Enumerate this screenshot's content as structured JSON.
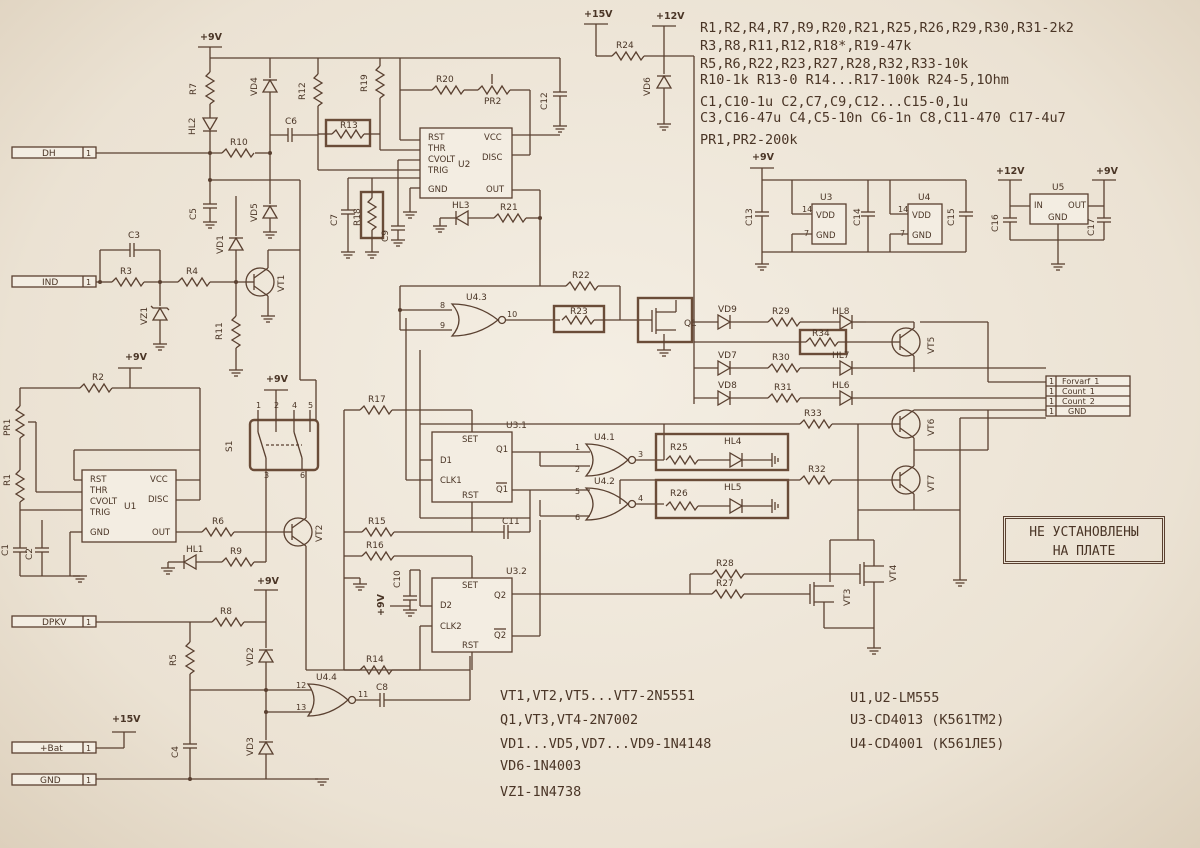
{
  "notes_top": [
    "R1,R2,R4,R7,R9,R20,R21,R25,R26,R29,R30,R31-2k2",
    "R3,R8,R11,R12,R18*,R19-47k",
    "R5,R6,R22,R23,R27,R28,R32,R33-10k",
    "R10-1k  R13-0  R14...R17-100k  R24-5,1Ohm",
    "C1,C10-1u   C2,C7,C9,C12...C15-0,1u",
    "C3,C16-47u  C4,C5-10n  C6-1n  C8,C11-470  C17-4u7",
    "PR1,PR2-200k"
  ],
  "notes_bottom_left": [
    "VT1,VT2,VT5...VT7-2N5551",
    "Q1,VT3,VT4-2N7002",
    "VD1...VD5,VD7...VD9-1N4148",
    "VD6-1N4003",
    "VZ1-1N4738"
  ],
  "notes_bottom_right": [
    "U1,U2-LM555",
    "U3-CD4013 (K561TM2)",
    "U4-CD4001 (K561ЛЕ5)"
  ],
  "notice": [
    "НЕ УСТАНОВЛЕНЫ",
    "НА ПЛАТЕ"
  ],
  "connectors": {
    "dh": "DH",
    "ind": "IND",
    "dpkv": "DPKV",
    "bat": "+Bat",
    "gnd": "GND",
    "pin1": "1",
    "out": [
      "Forvarf_1",
      "Count_1",
      "Count_2",
      "GND"
    ],
    "out_pins": [
      "1",
      "1",
      "1",
      "1"
    ]
  },
  "rails": {
    "p9": "+9V",
    "p12": "+12V",
    "p15": "+15V"
  },
  "parts": {
    "r1": "R1",
    "r2": "R2",
    "r3": "R3",
    "r4": "R4",
    "r5": "R5",
    "r6": "R6",
    "r7": "R7",
    "r8": "R8",
    "r9": "R9",
    "r10": "R10",
    "r11": "R11",
    "r12": "R12",
    "r13": "R13",
    "r14": "R14",
    "r15": "R15",
    "r16": "R16",
    "r17": "R17",
    "r18": "R18",
    "r19": "R19",
    "r20": "R20",
    "r21": "R21",
    "r22": "R22",
    "r23": "R23",
    "r24": "R24",
    "r25": "R25",
    "r26": "R26",
    "r27": "R27",
    "r28": "R28",
    "r29": "R29",
    "r30": "R30",
    "r31": "R31",
    "r32": "R32",
    "r33": "R33",
    "r34": "R34",
    "pr1": "PR1",
    "pr2": "PR2",
    "c1": "C1",
    "c2": "C2",
    "c3": "C3",
    "c4": "C4",
    "c5": "C5",
    "c6": "C6",
    "c7": "C7",
    "c8": "C8",
    "c9": "C9",
    "c10": "C10",
    "c11": "C11",
    "c12": "C12",
    "c13": "C13",
    "c14": "C14",
    "c15": "C15",
    "c16": "C16",
    "c17": "C17",
    "vd1": "VD1",
    "vd2": "VD2",
    "vd3": "VD3",
    "vd4": "VD4",
    "vd5": "VD5",
    "vd6": "VD6",
    "vd7": "VD7",
    "vd8": "VD8",
    "vd9": "VD9",
    "vz1": "VZ1",
    "hl1": "HL1",
    "hl2": "HL2",
    "hl3": "HL3",
    "hl4": "HL4",
    "hl5": "HL5",
    "hl6": "HL6",
    "hl7": "HL7",
    "hl8": "HL8",
    "vt1": "VT1",
    "vt2": "VT2",
    "vt3": "VT3",
    "vt4": "VT4",
    "vt5": "VT5",
    "vt6": "VT6",
    "vt7": "VT7",
    "q1": "Q1",
    "s1": "S1",
    "u1": "U1",
    "u2": "U2",
    "u3": "U3",
    "u4": "U4",
    "u5": "U5",
    "u31": "U3.1",
    "u32": "U3.2",
    "u41": "U4.1",
    "u42": "U4.2",
    "u43": "U4.3",
    "u44": "U4.4"
  },
  "ic555_pins": {
    "rst": "RST",
    "thr": "THR",
    "cvolt": "CVOLT",
    "trig": "TRIG",
    "gnd": "GND",
    "vcc": "VCC",
    "disc": "DISC",
    "out": "OUT"
  },
  "ic4013_pins": {
    "set": "SET",
    "d1": "D1",
    "clk1": "CLK1",
    "rst": "RST",
    "q1": "Q1",
    "nq1": "Q1",
    "d2": "D2",
    "clk2": "CLK2",
    "q2": "Q2",
    "nq2": "Q2"
  },
  "power_pins": {
    "vdd": "VDD",
    "gnd": "GND",
    "in": "IN",
    "out": "OUT"
  },
  "pin_numbers": {
    "p1": "1",
    "p2": "2",
    "p3": "3",
    "p4": "4",
    "p5": "5",
    "p6": "6",
    "p7": "7",
    "p8": "8",
    "p9": "9",
    "p10": "10",
    "p11": "11",
    "p12": "12",
    "p13": "13",
    "p14": "14"
  }
}
